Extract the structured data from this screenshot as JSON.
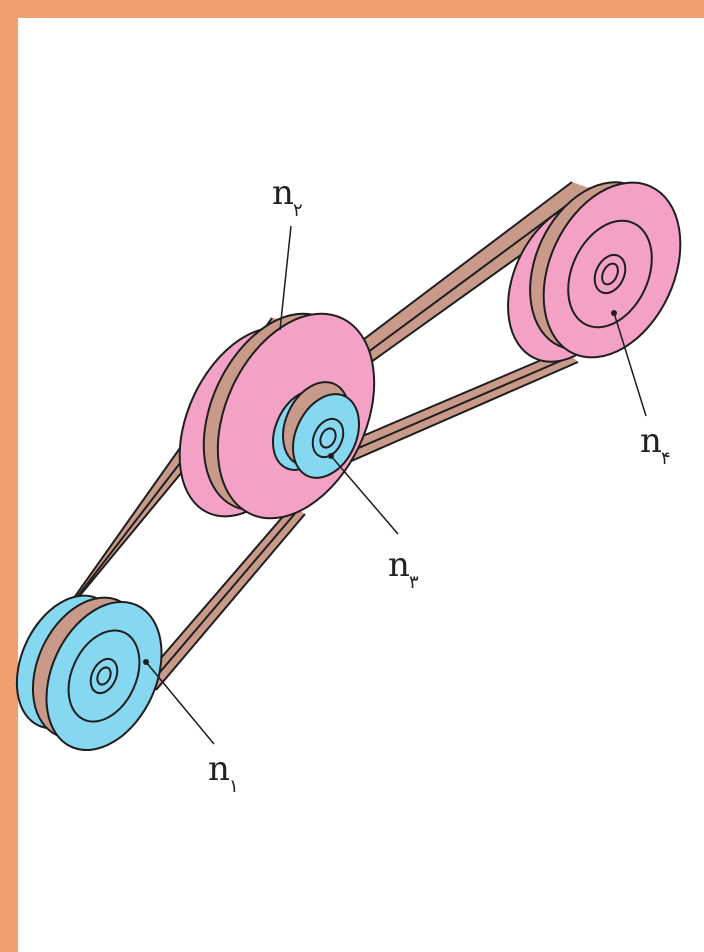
{
  "colors": {
    "frame": "#f0a06e",
    "belt": "#c99a8a",
    "pulley_large": "#f3a2c6",
    "pulley_small": "#86d8f0",
    "outline": "#1e1e1e"
  },
  "labels": {
    "n1": {
      "main": "n",
      "sub": "۱"
    },
    "n2": {
      "main": "n",
      "sub": "۲"
    },
    "n3": {
      "main": "n",
      "sub": "۳"
    },
    "n4": {
      "main": "n",
      "sub": "۴"
    }
  }
}
